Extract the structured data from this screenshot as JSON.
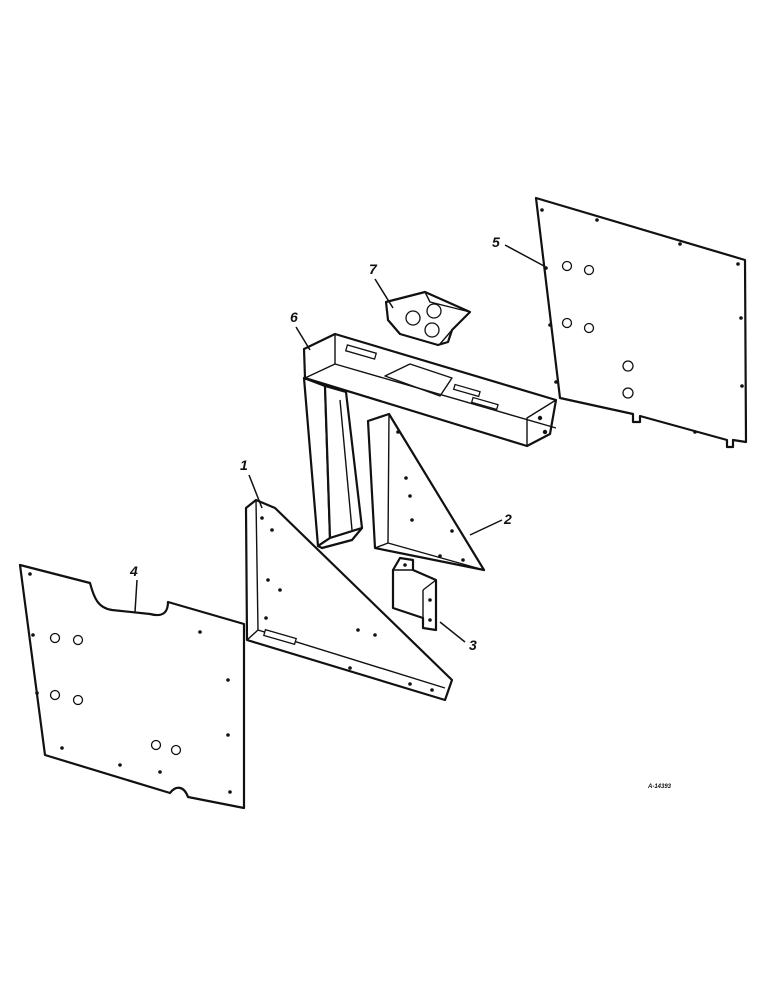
{
  "diagram": {
    "drawing_number": "A-14393",
    "callouts": [
      {
        "id": "1",
        "label": "1"
      },
      {
        "id": "2",
        "label": "2"
      },
      {
        "id": "3",
        "label": "3"
      },
      {
        "id": "4",
        "label": "4"
      },
      {
        "id": "5",
        "label": "5"
      },
      {
        "id": "6",
        "label": "6"
      },
      {
        "id": "7",
        "label": "7"
      }
    ],
    "colors": {
      "ink": "#111111",
      "paper": "#ffffff"
    }
  }
}
